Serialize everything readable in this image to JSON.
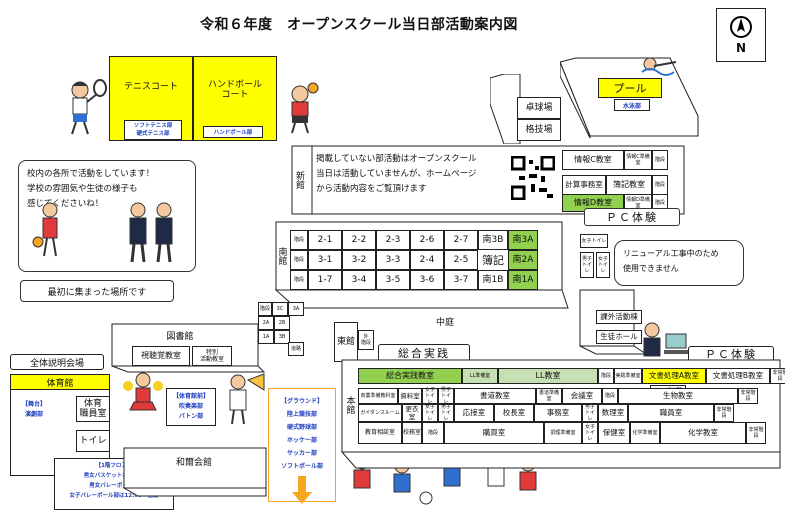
{
  "title": "令和６年度　オープンスクール当日部活動案内図",
  "north": "N",
  "courts": {
    "tennis": "テニスコート",
    "tennis_clubs": "ソフトテニス部\n硬式テニス部",
    "handball": "ハンドボール\nコート",
    "handball_club": "ハンドボール部"
  },
  "pool": {
    "label": "プール",
    "club": "水泳部"
  },
  "gyms": {
    "table_tennis": "卓球場",
    "martial": "格技場"
  },
  "message": "校内の各所で活動をしています！\n学校の雰囲気や生徒の様子も\n感じてくださいね！",
  "notice": "掲載していない部活動はオープンスクール\n当日は活動していませんが、ホームページ\nから活動内容をご覧頂けます",
  "new_building": "新館",
  "new_rooms": {
    "r1": [
      "情報C教室",
      "情報C準備室",
      "階段"
    ],
    "r2": [
      "計算事務室",
      "簿記教室",
      "階段"
    ],
    "r3": [
      "情報D教室",
      "情報D準備室",
      "階段"
    ]
  },
  "pc_label": "ＰＣ体験",
  "pc_label2": "ＰＣ体験",
  "renewal_notice": "リニューアル工事中のため\n使用できません",
  "south": {
    "name": "南館",
    "row1": [
      "階段",
      "2-1",
      "2-2",
      "2-3",
      "2-6",
      "2-7",
      "南3B",
      "南3A"
    ],
    "row2": [
      "階段",
      "3-1",
      "3-2",
      "3-3",
      "2-4",
      "2-5",
      "簿記",
      "南2A"
    ],
    "row3": [
      "階段",
      "1-7",
      "3-4",
      "3-5",
      "3-6",
      "3-7",
      "南1B",
      "南1A"
    ]
  },
  "toilets": {
    "women": "女子トイレ",
    "men": "男子トイレ"
  },
  "gather_label": "最初に集まった場所です",
  "explain_label": "全体説明会場",
  "gym_name": "体育館",
  "gym_stage": "【舞台】\n演劇部",
  "gym_office": "体育\n職員室",
  "toilet": "トイレ",
  "gym_floor": "【1階フロア】\n男女バスケットボール部\n男女バレーボール部\n女子バレーボール部は12:00～活動",
  "library": {
    "name": "図書館",
    "av": "視聴覚教室",
    "special": "特別\n活動教室"
  },
  "kasumi": "和爾会館",
  "club_gym": "【体育館前】\n吹奏楽部\nバトン部",
  "ground": "【グラウンド】\n陸上競技部\n硬式野球部\nホッケー部\nサッカー部\nソフトボール部",
  "courtyard": "中庭",
  "east_building": "東館",
  "outside": "外\n階段",
  "small_east": [
    "階段",
    "3C",
    "2A",
    "2B",
    "1A",
    "3B",
    "3A",
    "道路"
  ],
  "sougou_label": "総合実践",
  "extracurricular": "課外活動棟",
  "student_hall": "生徒ホール",
  "main": {
    "name": "本館",
    "row1": [
      "総合実践教室",
      "LL準備室",
      "LL教室",
      "階段",
      "実践準備室",
      "文書処理A教室",
      "文書処理B教室",
      "非常階段"
    ],
    "wapro": "ワープロ部",
    "row2": [
      "商業準備教科室",
      "資料室",
      "女子トイレ",
      "男子トイレ",
      "書道教室",
      "書道準備室",
      "会議室",
      "階段",
      "生物教室",
      "非常階段"
    ],
    "row3": [
      "ガイダンスルーム",
      "更衣室",
      "女子トイレ",
      "男子トイレ",
      "応接室",
      "校長室",
      "事務室",
      "男子トイレ",
      "数理室",
      "職員室",
      "非常階段"
    ],
    "row4": [
      "教育相談室",
      "校務室",
      "階段",
      "購買室",
      "調理準備室",
      "女子トイレ",
      "保健室",
      "化学準備室",
      "化学教室",
      "非常階段"
    ]
  }
}
